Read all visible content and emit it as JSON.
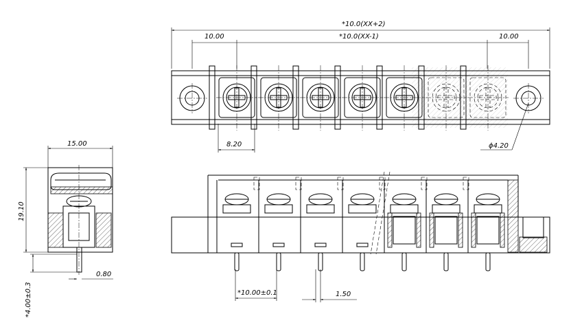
{
  "dimensions": {
    "overall_length": "*10.0(XX+2)",
    "pitch_length": "*10.0(XX-1)",
    "left_offset": "10.00",
    "right_offset": "10.00",
    "housing_width": "8.20",
    "hole_diameter": "ϕ4.20",
    "side_width": "15.00",
    "side_height": "19.10",
    "pin_width": "0.80",
    "pin_length": "*4.00±0.3",
    "pin_pitch": "*10.00±0.1",
    "pin_thickness": "1.50"
  },
  "positions": 7,
  "colors": {
    "line": "#000000",
    "background": "#ffffff"
  }
}
